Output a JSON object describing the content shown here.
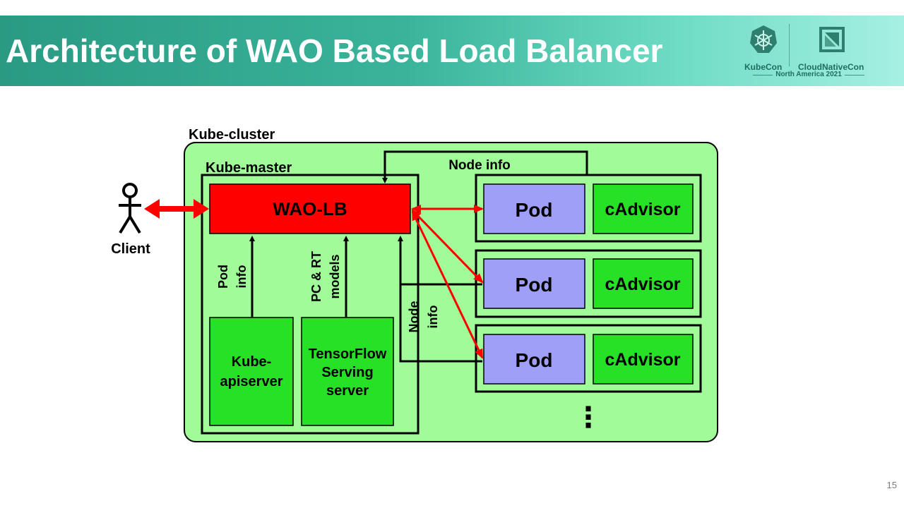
{
  "slide": {
    "title": "Architecture of WAO Based Load Balancer",
    "page_number": "15"
  },
  "logos": {
    "kubecon": "KubeCon",
    "cloudnativecon": "CloudNativeCon",
    "event": "North America 2021"
  },
  "diagram": {
    "cluster_label": "Kube-cluster",
    "master_label": "Kube-master",
    "client_label": "Client",
    "wao_lb": "WAO-LB",
    "kube_apiserver": [
      "Kube-",
      "apiserver"
    ],
    "tf_serving": [
      "TensorFlow",
      "Serving",
      "server"
    ],
    "pod_info": [
      "Pod",
      "info"
    ],
    "models": [
      "PC & RT",
      "models"
    ],
    "node_info_vertical": [
      "Node",
      "info"
    ],
    "node_info_top": "Node info",
    "nodes": [
      {
        "pod": "Pod",
        "agent": "cAdvisor"
      },
      {
        "pod": "Pod",
        "agent": "cAdvisor"
      },
      {
        "pod": "Pod",
        "agent": "cAdvisor"
      }
    ],
    "ellipsis": "⋮"
  },
  "colors": {
    "cluster_fill": "#a0fb98",
    "green_box": "#27e127",
    "wao_lb": "#ff0000",
    "pod": "#9f9ff7",
    "arrow_red": "#ff0000"
  }
}
